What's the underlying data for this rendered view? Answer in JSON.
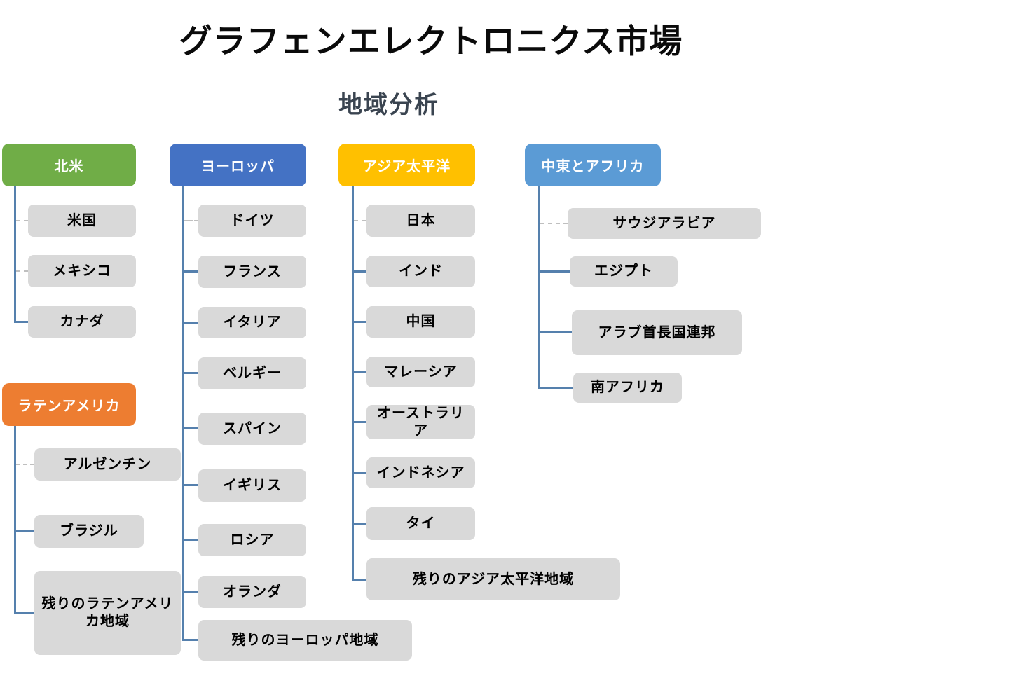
{
  "title": "グラフェンエレクトロニクス市場",
  "subtitle": "地域分析",
  "colors": {
    "north_america_header": "#70AD47",
    "europe_header": "#4472C4",
    "asia_pacific_header": "#FFC000",
    "middle_east_africa_header": "#5B9BD5",
    "latin_america_header": "#ED7D31",
    "item_background": "#D9D9D9",
    "item_text": "#000000",
    "header_text": "#FFFFFF",
    "connector_solid": "#5580AD",
    "connector_dashed": "#BFBFBF",
    "subtitle_text": "#3A4450"
  },
  "groups": [
    {
      "label": "北米",
      "color": "#70AD47",
      "items": [
        {
          "label": "米国"
        },
        {
          "label": "メキシコ"
        },
        {
          "label": "カナダ"
        }
      ]
    },
    {
      "label": "ヨーロッパ",
      "color": "#4472C4",
      "items": [
        {
          "label": "ドイツ"
        },
        {
          "label": "フランス"
        },
        {
          "label": "イタリア"
        },
        {
          "label": "ベルギー"
        },
        {
          "label": "スパイン"
        },
        {
          "label": "イギリス"
        },
        {
          "label": "ロシア"
        },
        {
          "label": "オランダ"
        },
        {
          "label": "残りのヨーロッパ地域"
        }
      ]
    },
    {
      "label": "アジア太平洋",
      "color": "#FFC000",
      "items": [
        {
          "label": "日本"
        },
        {
          "label": "インド"
        },
        {
          "label": "中国"
        },
        {
          "label": "マレーシア"
        },
        {
          "label": "オーストラリア"
        },
        {
          "label": "インドネシア"
        },
        {
          "label": "タイ"
        },
        {
          "label": "残りのアジア太平洋地域"
        }
      ]
    },
    {
      "label": "中東とアフリカ",
      "color": "#5B9BD5",
      "items": [
        {
          "label": "サウジアラビア"
        },
        {
          "label": "エジプト"
        },
        {
          "label": "アラブ首長国連邦"
        },
        {
          "label": "南アフリカ"
        }
      ]
    },
    {
      "label": "ラテンアメリカ",
      "color": "#ED7D31",
      "items": [
        {
          "label": "アルゼンチン"
        },
        {
          "label": "ブラジル"
        },
        {
          "label": "残りのラテンアメリカ地域"
        }
      ]
    }
  ]
}
